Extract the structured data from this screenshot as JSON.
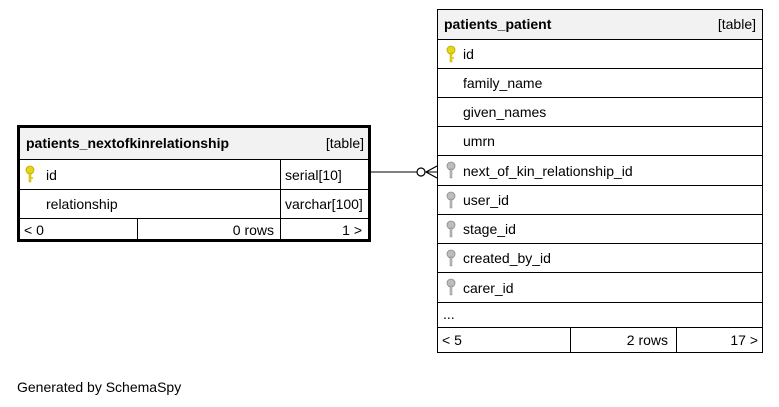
{
  "tables": {
    "nok": {
      "name": "patients_nextofkinrelationship",
      "tag": "[table]",
      "columns": [
        {
          "name": "id",
          "type": "serial[10]",
          "key": "primary"
        },
        {
          "name": "relationship",
          "type": "varchar[100]",
          "key": "none"
        }
      ],
      "footer": {
        "prev": "< 0",
        "rows": "0 rows",
        "next": "1 >"
      }
    },
    "patient": {
      "name": "patients_patient",
      "tag": "[table]",
      "columns": [
        {
          "name": "id",
          "key": "primary"
        },
        {
          "name": "family_name",
          "key": "none"
        },
        {
          "name": "given_names",
          "key": "none"
        },
        {
          "name": "umrn",
          "key": "none"
        },
        {
          "name": "next_of_kin_relationship_id",
          "key": "foreign"
        },
        {
          "name": "user_id",
          "key": "foreign"
        },
        {
          "name": "stage_id",
          "key": "foreign"
        },
        {
          "name": "created_by_id",
          "key": "foreign"
        },
        {
          "name": "carer_id",
          "key": "foreign"
        }
      ],
      "ellipsis": "...",
      "footer": {
        "prev": "< 5",
        "rows": "2 rows",
        "next": "17 >"
      }
    }
  },
  "colors": {
    "primary_key": "#e6d619",
    "foreign_key": "#a6a6a6",
    "header_bg": "#f2f2f2"
  },
  "generated_by": "Generated by SchemaSpy"
}
